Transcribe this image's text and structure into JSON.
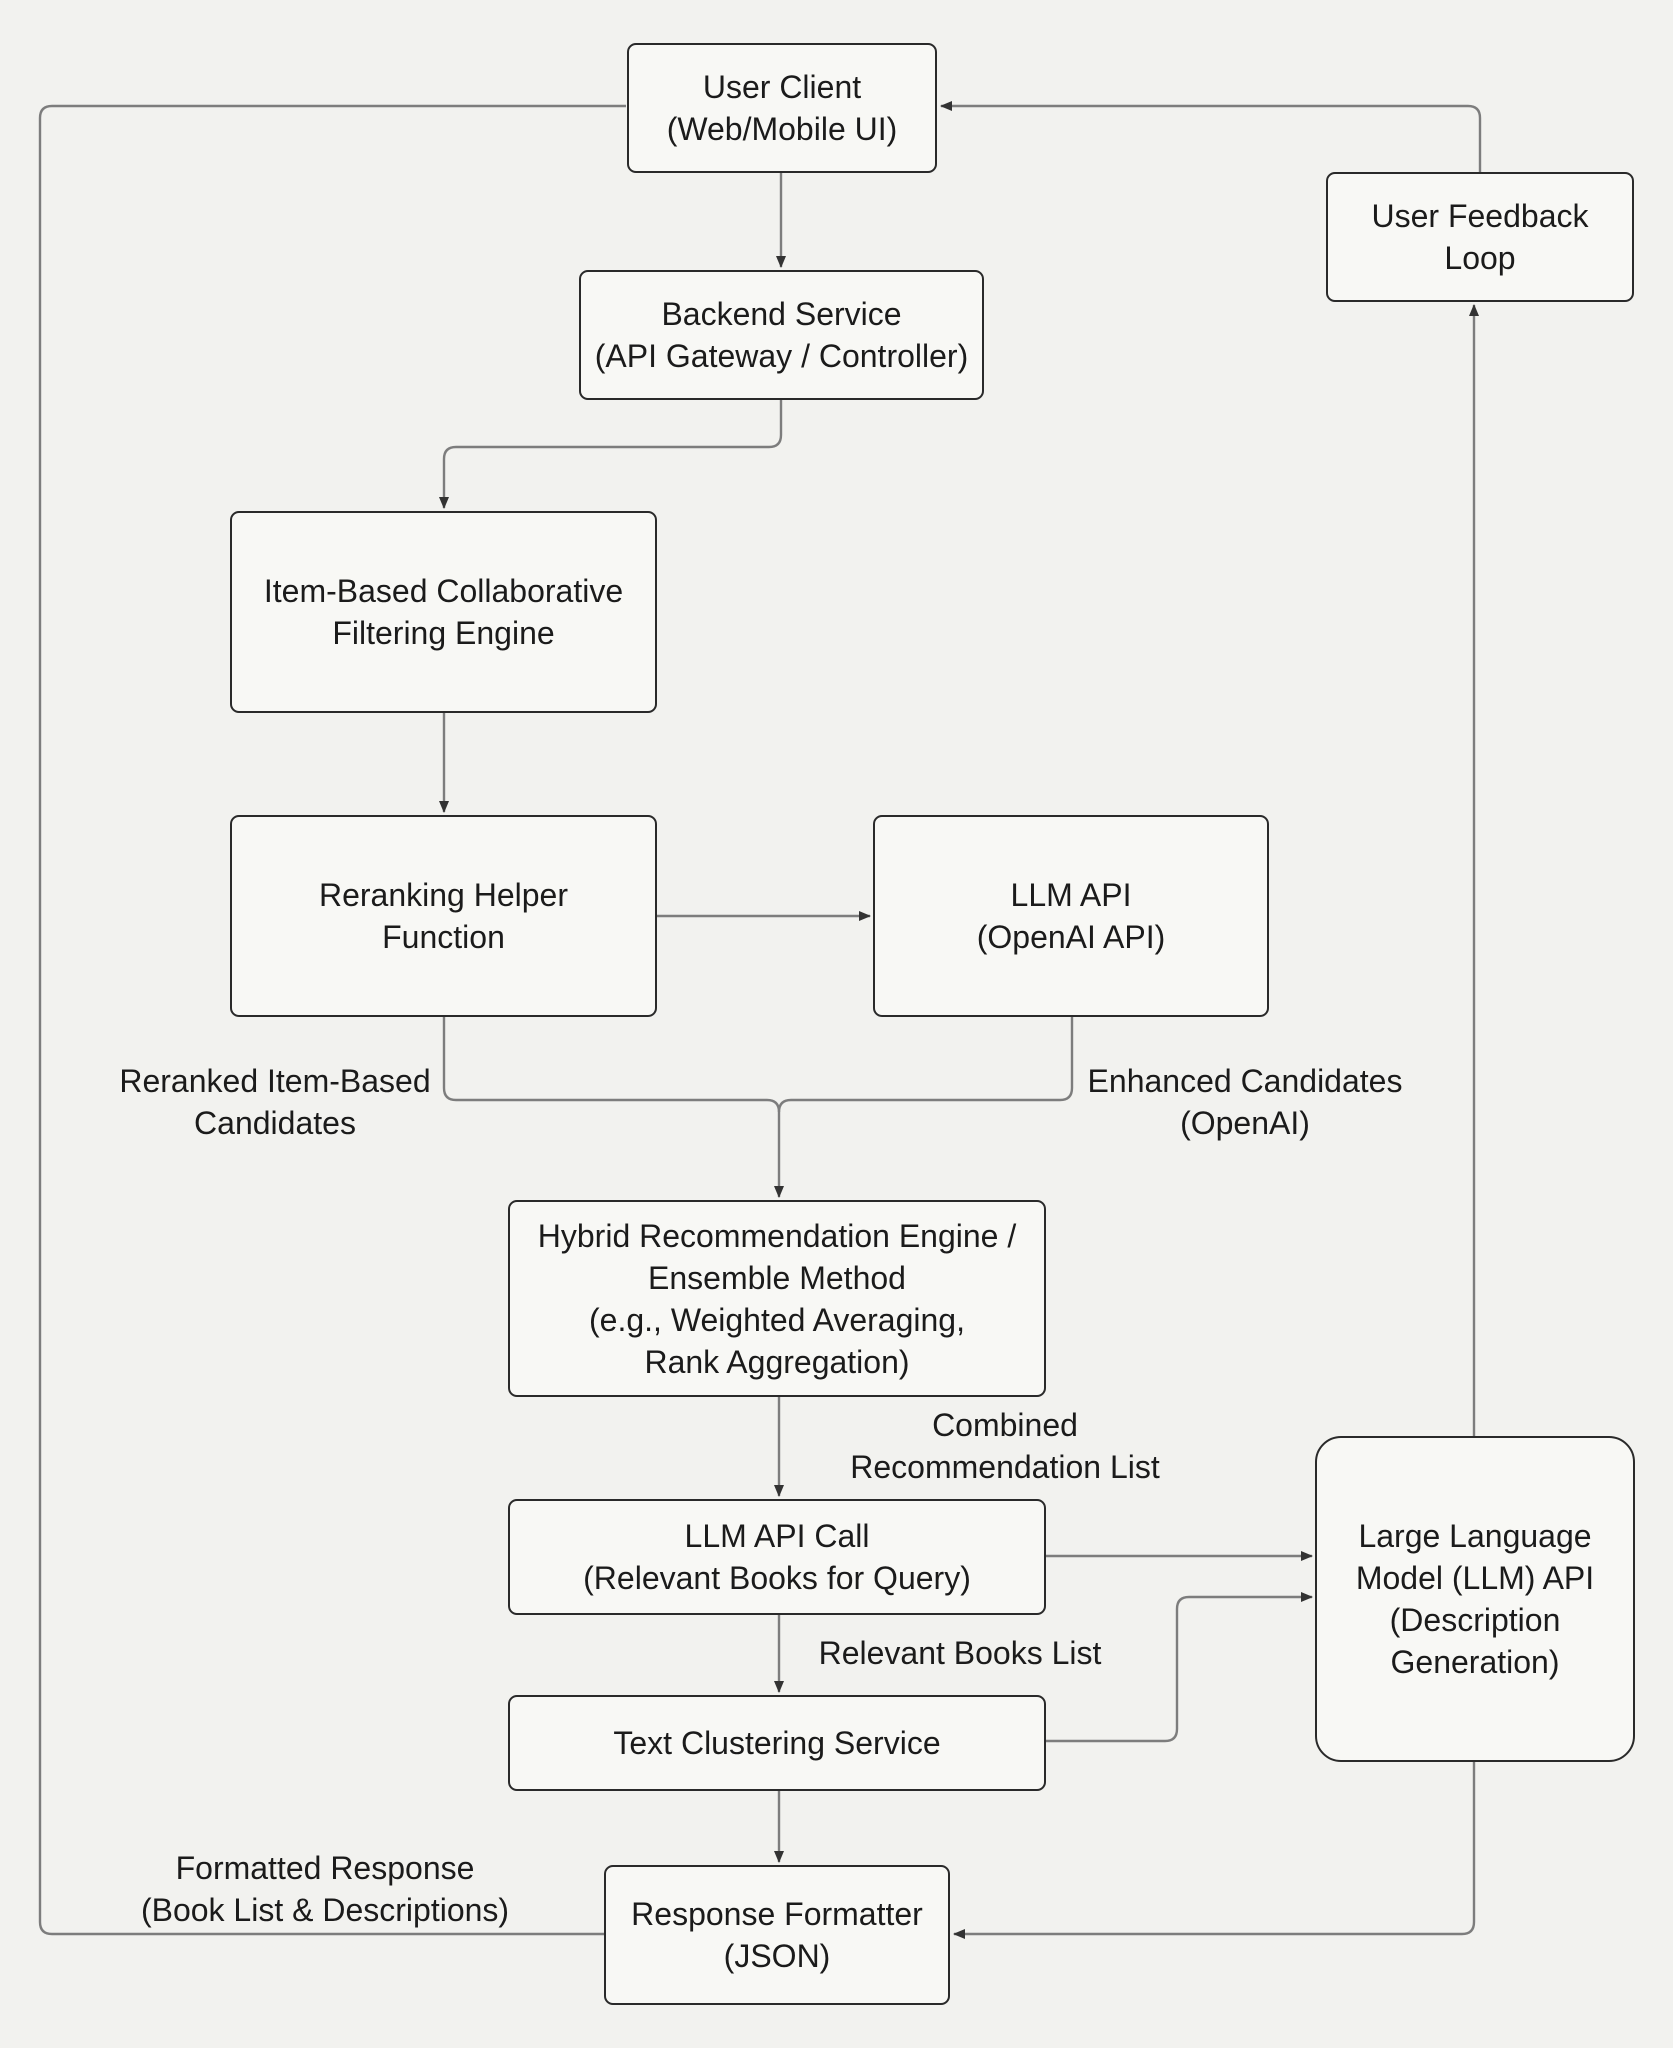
{
  "nodes": {
    "user_client": {
      "lines": [
        "User Client",
        "(Web/Mobile UI)"
      ]
    },
    "user_feedback": {
      "lines": [
        "User Feedback",
        "Loop"
      ]
    },
    "backend": {
      "lines": [
        "Backend Service",
        "(API Gateway / Controller)"
      ]
    },
    "item_cf": {
      "lines": [
        "Item-Based Collaborative",
        "Filtering Engine"
      ]
    },
    "reranking": {
      "lines": [
        "Reranking Helper",
        "Function"
      ]
    },
    "llm_api": {
      "lines": [
        "LLM API",
        "(OpenAI API)"
      ]
    },
    "hybrid": {
      "lines": [
        "Hybrid Recommendation Engine /",
        "Ensemble Method",
        "(e.g., Weighted Averaging,",
        "Rank Aggregation)"
      ]
    },
    "llm_call": {
      "lines": [
        "LLM API Call",
        "(Relevant Books for Query)"
      ]
    },
    "text_clustering": {
      "lines": [
        "Text Clustering Service"
      ]
    },
    "large_llm": {
      "lines": [
        "Large Language",
        "Model (LLM) API",
        "(Description",
        "Generation)"
      ]
    },
    "formatter": {
      "lines": [
        "Response Formatter",
        "(JSON)"
      ]
    }
  },
  "edge_labels": {
    "reranked": {
      "lines": [
        "Reranked Item-Based",
        "Candidates"
      ]
    },
    "enhanced": {
      "lines": [
        "Enhanced Candidates",
        "(OpenAI)"
      ]
    },
    "combined": {
      "lines": [
        "Combined",
        "Recommendation List"
      ]
    },
    "relevant": {
      "lines": [
        "Relevant Books List"
      ]
    },
    "formatted": {
      "lines": [
        "Formatted Response",
        "(Book List & Descriptions)"
      ]
    }
  },
  "colors": {
    "edge": "#7d7d7d",
    "arrowhead": "#333333",
    "node_border": "#2a2a2a",
    "background": "#f2f2ef"
  }
}
